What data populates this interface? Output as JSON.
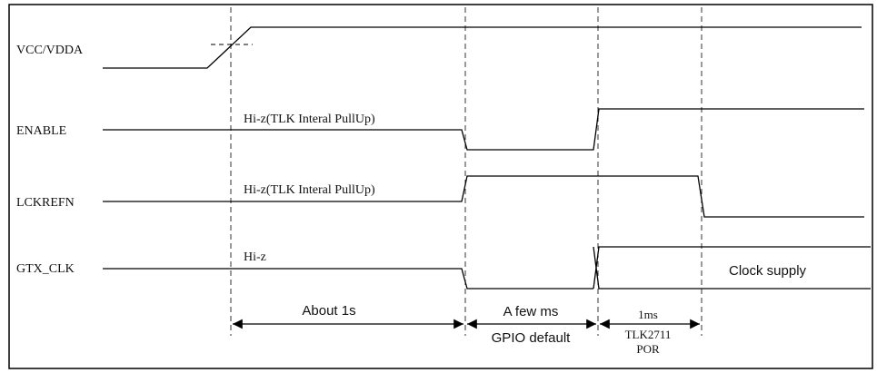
{
  "signals": [
    {
      "id": "vcc",
      "label": "VCC/VDDA"
    },
    {
      "id": "enable",
      "label": "ENABLE",
      "annotation": "Hi-z(TLK Interal PullUp)"
    },
    {
      "id": "lckrefn",
      "label": "LCKREFN",
      "annotation": "Hi-z(TLK Interal PullUp)"
    },
    {
      "id": "gtx",
      "label": "GTX_CLK",
      "annotation": "Hi-z",
      "extra": "Clock supply"
    }
  ],
  "intervals": [
    {
      "id": "about",
      "top": "About 1s",
      "bottom": ""
    },
    {
      "id": "few",
      "top": "A few ms",
      "bottom": "GPIO default"
    },
    {
      "id": "por",
      "top": "1ms",
      "bottom": "TLK2711",
      "bottom2": "POR"
    }
  ],
  "colors": {
    "line": "#000000",
    "background": "#ffffff"
  }
}
